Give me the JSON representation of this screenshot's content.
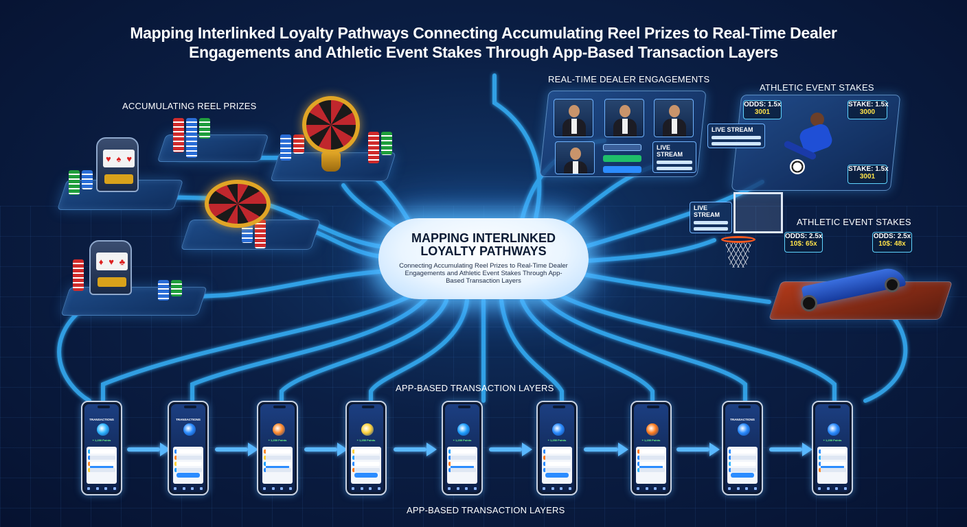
{
  "header": {
    "title_line1": "Mapping Interlinked Loyalty Pathways Connecting Accumulating Reel Prizes to Real-Time Dealer",
    "title_line2": "Engagements and Athletic Event Stakes Through App-Based Transaction Layers"
  },
  "sections": {
    "reel_prizes": "ACCUMULATING REEL PRIZES",
    "dealer": "REAL-TIME DEALER ENGAGEMENTS",
    "athletic_top": "ATHLETIC EVENT STAKES",
    "athletic_mid": "ATHLETIC EVENT STAKES",
    "app_layers_top": "APP-BASED TRANSACTION LAYERS",
    "app_layers_bottom": "APP-BASED TRANSACTION LAYERS"
  },
  "hub": {
    "title_line1": "MAPPING INTERLINKED",
    "title_line2": "LOYALTY PATHWAYS",
    "subtitle": "Connecting Accumulating Reel Prizes to Real-Time Dealer Engagements and Athletic Event Stakes Through App-Based Transaction Layers"
  },
  "dealer_panel": {
    "live_stream": "LIVE STREAM"
  },
  "athletic_panel": {
    "odds_left": "ODDS: 1.5x",
    "value_left": "3001",
    "stake_right": "STAKE: 1.5x",
    "value_right": "3000",
    "stake_lower": "STAKE: 1.5x",
    "value_lower": "3001",
    "live_stream": "LIVE STREAM"
  },
  "basketball_panel": {
    "live_stream": "LIVE STREAM"
  },
  "racing_panel": {
    "odds_left": "ODDS: 2.5x",
    "value_left": "10$: 65x",
    "odds_right": "ODDS: 2.5x",
    "value_right": "10$: 48x"
  },
  "phones": [
    {
      "title": "TRANSACTIONS",
      "points": "+ 1,250 Points"
    },
    {
      "title": "TRANSACTIONS",
      "points": ""
    },
    {
      "title": "",
      "points": "+ 1,250 Points"
    },
    {
      "title": "",
      "points": "+ 1,250 Points"
    },
    {
      "title": "",
      "points": "+ 1,250 Points"
    },
    {
      "title": "",
      "points": "+ 1,250 Points"
    },
    {
      "title": "",
      "points": "+ 1,250 Points"
    },
    {
      "title": "TRANSACTIONS",
      "points": ""
    },
    {
      "title": "",
      "points": "+ 1,250 Points"
    }
  ],
  "colors": {
    "background": "#0b1f45",
    "link_glow": "#38b6ff",
    "hub_fill": "#eaf5ff",
    "points_green": "#6cff8a",
    "odds_yellow": "#ffe24a",
    "accent_gold": "#e0a526"
  }
}
